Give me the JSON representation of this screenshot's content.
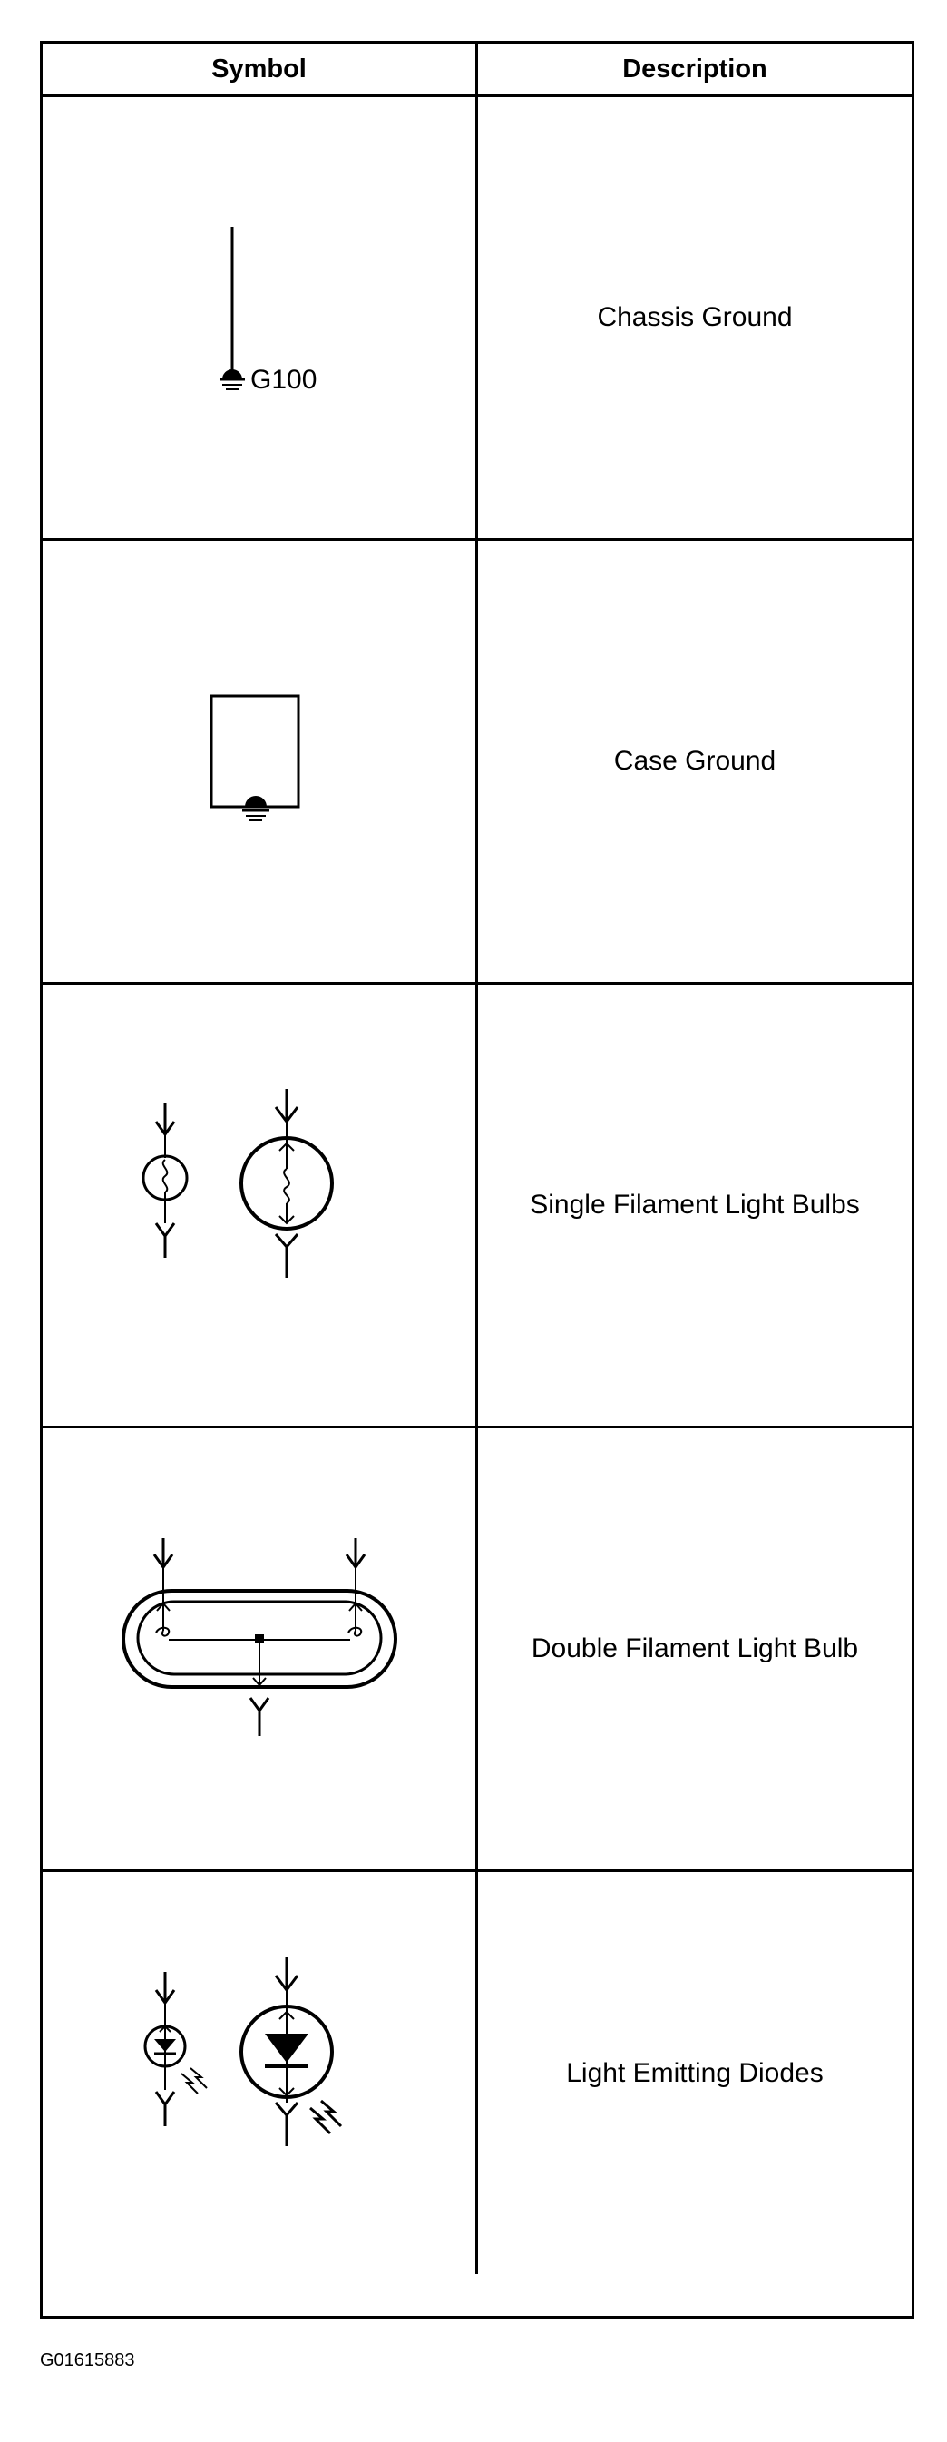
{
  "table": {
    "header": {
      "symbol": "Symbol",
      "description": "Description"
    },
    "rows": [
      {
        "symbol_icon": "chassis-ground-icon",
        "symbol_label": "G100",
        "description": "Chassis Ground"
      },
      {
        "symbol_icon": "case-ground-icon",
        "description": "Case Ground"
      },
      {
        "symbol_icon": "single-filament-bulb-icon",
        "description": "Single Filament Light Bulbs"
      },
      {
        "symbol_icon": "double-filament-bulb-icon",
        "description": "Double Filament Light Bulb"
      },
      {
        "symbol_icon": "led-icon",
        "description": "Light Emitting Diodes"
      }
    ]
  },
  "footer": {
    "figure_code": "G01615883"
  }
}
